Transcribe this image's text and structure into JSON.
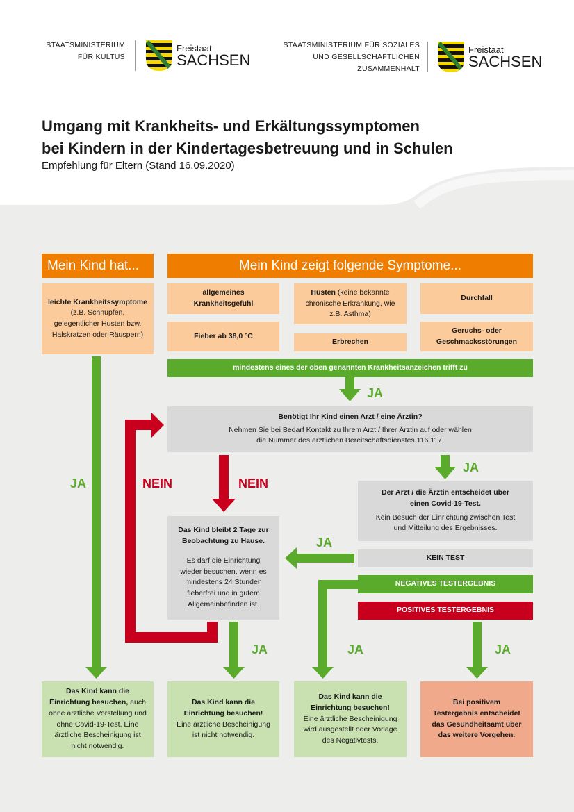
{
  "header": {
    "ministry_left": [
      "STAATSMINISTERIUM",
      "FÜR KULTUS"
    ],
    "ministry_right": [
      "STAATSMINISTERIUM FÜR SOZIALES",
      "UND GESELLSCHAFTLICHEN",
      "ZUSAMMENHALT"
    ],
    "logo_small": "Freistaat",
    "logo_big": "SACHSEN"
  },
  "title": {
    "line1": "Umgang mit Krankheits- und Erkältungssymptomen",
    "line2": "bei Kindern in der Kindertagesbetreuung und in Schulen",
    "subtitle": "Empfehlung für Eltern (Stand 16.09.2020)"
  },
  "colors": {
    "orange": "#ee7d00",
    "peach": "#fbcb9c",
    "green": "#5aab2b",
    "red": "#c8001e",
    "gray": "#d9d9d9"
  },
  "flow": {
    "hat": "Mein Kind hat...",
    "zeigt": "Mein Kind zeigt folgende Symptome...",
    "leicht_b": "leichte Krankheitssymptome",
    "leicht": "(z.B. Schnupfen, gelegentlicher Husten bzw. Halskratzen oder Räuspern)",
    "allg": "allgemeines Krankheitsgefühl",
    "husten_b": "Husten",
    "husten": " (keine bekannte chronische Erkrankung, wie z.B. Asthma)",
    "durchfall": "Durchfall",
    "fieber": "Fieber ab 38,0 °C",
    "erbrechen": "Erbrechen",
    "geruch": "Geruchs- oder Geschmacksstörungen",
    "mindestens": "mindestens eines der oben genannten Krankheitsanzeichen trifft zu",
    "arzt_q": "Benötigt Ihr Kind einen Arzt / eine Ärztin?",
    "arzt_t": "Nehmen Sie bei Bedarf Kontakt zu Ihrem Arzt / Ihrer Ärztin auf oder wählen die Nummer des ärztlichen Bereitschaftsdienstes 116 117.",
    "entscheidet_b": "Der Arzt / die Ärztin entscheidet über einen Covid-19-Test.",
    "entscheidet": "Kein Besuch der Einrichtung zwischen Test und Mitteilung des Ergebnisses.",
    "kein_test": "KEIN TEST",
    "negativ": "NEGATIVES TESTERGEBNIS",
    "positiv": "POSITIVES TESTERGEBNIS",
    "bleibt_b": "Das Kind bleibt 2 Tage zur Beobachtung zu Hause.",
    "bleibt": "Es darf die Einrichtung wieder besuchen, wenn es mindestens 24 Stunden fieberfrei und in gutem Allgemeinbefinden ist.",
    "ja": "JA",
    "nein": "NEIN",
    "out1_b": "Das Kind kann die Einrichtung besuchen,",
    "out1": " auch ohne ärztliche Vorstellung und ohne Covid-19-Test. Eine ärztliche Bescheinigung ist nicht notwendig.",
    "out2_b": "Das Kind kann die Einrichtung besuchen!",
    "out2": "Eine ärztliche Bescheinigung ist nicht notwendig.",
    "out3_b": "Das Kind kann die Einrichtung besuchen!",
    "out3": "Eine ärztliche Bescheinigung wird ausgestellt oder Vorlage des Negativtests.",
    "out4_b": "Bei positivem Testergebnis entscheidet das Gesundheitsamt über das weitere Vorgehen."
  }
}
